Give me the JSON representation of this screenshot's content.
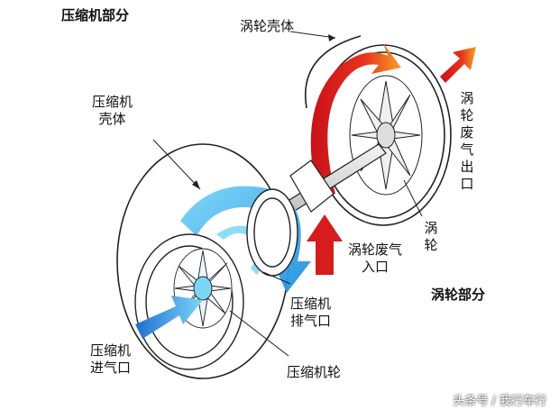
{
  "labels": {
    "compressor_section": "压缩机部分",
    "turbine_housing": "涡轮壳体",
    "compressor_housing": "压缩机\n壳体",
    "turbine_exhaust_outlet": "涡\n轮\n废\n气\n出\n口",
    "turbine_wheel": "涡\n轮",
    "turbine_exhaust_inlet": "涡轮废气\n入口",
    "turbine_section": "涡轮部分",
    "compressor_discharge": "压缩机\n排气口",
    "compressor_intake": "压缩机\n进气口",
    "compressor_wheel": "压缩机轮"
  },
  "watermark": "头条号 / 我行车行",
  "colors": {
    "hot_air": "#e8341c",
    "hot_air_light": "#f5a12a",
    "cold_air": "#1f8fe0",
    "cold_air_light": "#6ed0f5",
    "outline": "#222222"
  }
}
